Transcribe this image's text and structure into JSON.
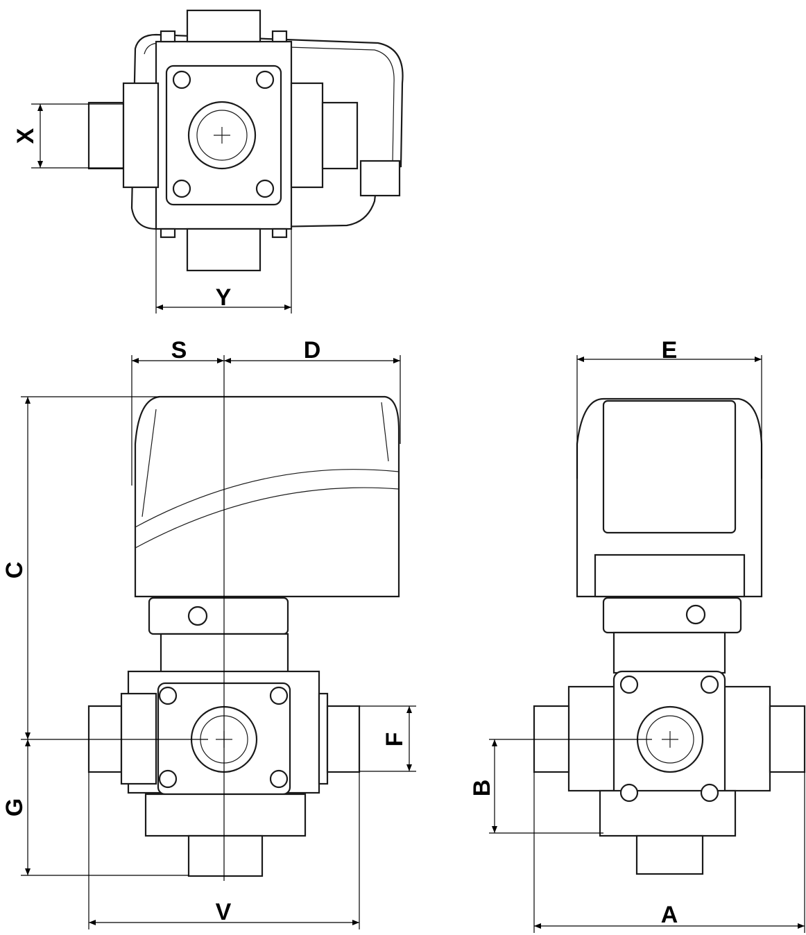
{
  "title": "3-way valve with actuator dimensional drawing",
  "dimensions": {
    "x": "X",
    "y": "Y",
    "s": "S",
    "d": "D",
    "e": "E",
    "c": "C",
    "f": "F",
    "g": "G",
    "b": "B",
    "v": "V",
    "a": "A"
  }
}
